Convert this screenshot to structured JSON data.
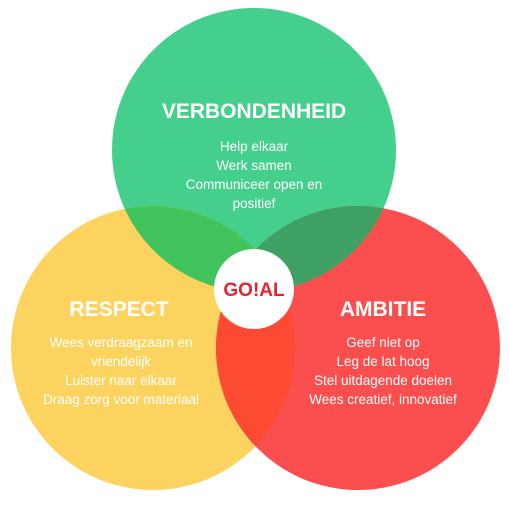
{
  "colors": {
    "verbondenheid": "#44cf8c",
    "respect": "#fdd35f",
    "ambitie": "#fb4f4f",
    "overlap_verbondenheid_respect": "#41c45c",
    "overlap_verbondenheid_ambitie": "#3fa063",
    "overlap_respect_ambitie": "#fd4a33",
    "logo_text": "#e3262e",
    "logo_background": "#ffffff",
    "text": "#ffffff"
  },
  "logo": {
    "text": "GO!AL"
  },
  "circles": {
    "verbondenheid": {
      "title": "VERBONDENHEID",
      "lines": [
        "Help elkaar",
        "Werk samen",
        "Communiceer open en",
        "positief"
      ]
    },
    "respect": {
      "title": "RESPECT",
      "lines": [
        "Wees verdraagzaam en",
        "vriendelijk",
        "Luister naar elkaar",
        "Draag zorg voor materiaal"
      ]
    },
    "ambitie": {
      "title": "AMBITIE",
      "lines": [
        "Geef niet op",
        "Leg de lat hoog",
        "Stel uitdagende doelen",
        "Wees creatief, innovatief"
      ]
    }
  }
}
